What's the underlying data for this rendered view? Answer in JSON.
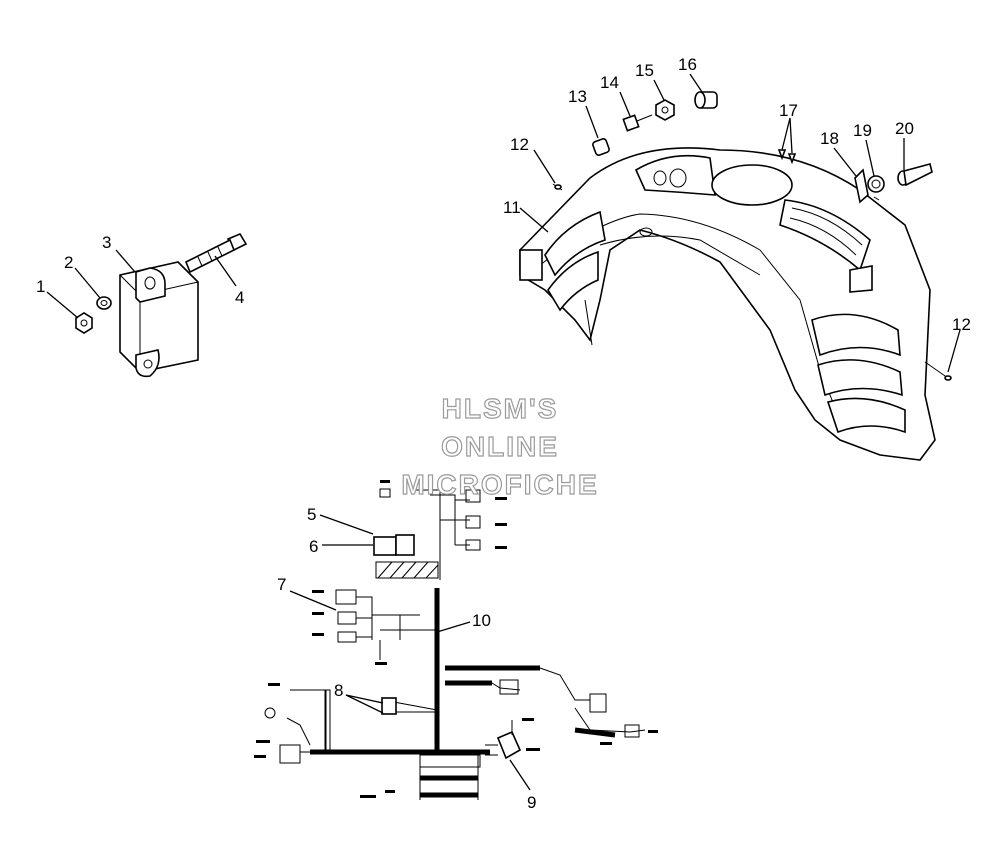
{
  "watermark": {
    "line1": "HLSM'S",
    "line2": "ONLINE",
    "line3": "MICROFICHE"
  },
  "callouts": [
    {
      "id": "1",
      "label": "1"
    },
    {
      "id": "2",
      "label": "2"
    },
    {
      "id": "3",
      "label": "3"
    },
    {
      "id": "4",
      "label": "4"
    },
    {
      "id": "5",
      "label": "5"
    },
    {
      "id": "6",
      "label": "6"
    },
    {
      "id": "7",
      "label": "7"
    },
    {
      "id": "8",
      "label": "8"
    },
    {
      "id": "9",
      "label": "9"
    },
    {
      "id": "10",
      "label": "10"
    },
    {
      "id": "11",
      "label": "11"
    },
    {
      "id": "12a",
      "label": "12"
    },
    {
      "id": "12b",
      "label": "12"
    },
    {
      "id": "13",
      "label": "13"
    },
    {
      "id": "14",
      "label": "14"
    },
    {
      "id": "15",
      "label": "15"
    },
    {
      "id": "16",
      "label": "16"
    },
    {
      "id": "17",
      "label": "17"
    },
    {
      "id": "18",
      "label": "18"
    },
    {
      "id": "19",
      "label": "19"
    },
    {
      "id": "20",
      "label": "20"
    }
  ]
}
